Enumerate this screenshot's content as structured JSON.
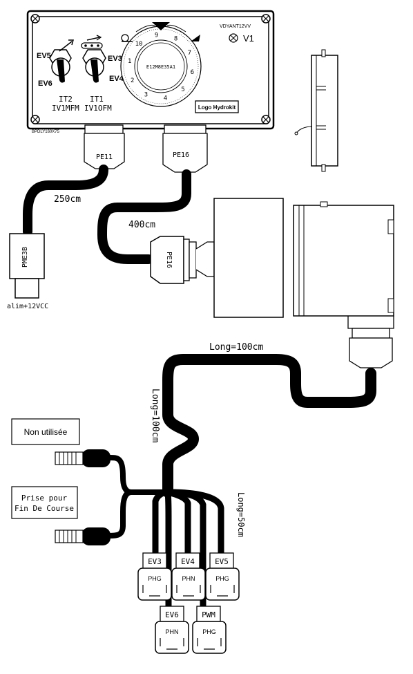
{
  "control_box": {
    "top_right_label": "VDYANT12VV",
    "version_label": "V1",
    "dial_label": "E12M8E35A1",
    "dial_numbers": [
      "1",
      "2",
      "3",
      "4",
      "5",
      "6",
      "7",
      "8",
      "9",
      "10"
    ],
    "logo_label": "Logo Hydrokit",
    "reference_label": "BPDLY160X75",
    "switch_left": {
      "top": "EV5",
      "bottom": "EV6",
      "code": "IT2",
      "model": "IV1MFM"
    },
    "switch_right": {
      "top": "EV3",
      "bottom": "EV4",
      "code": "IT1",
      "model": "IV1OFM"
    }
  },
  "glands": {
    "left": "PE11",
    "right": "PE16"
  },
  "cables": {
    "power_length": "250cm",
    "motor_length": "400cm",
    "motor_connector": "PE16",
    "power_connector": "PME3B",
    "power_label": "alim+12VCC",
    "main_long": "Long=100cm",
    "vertical_long": "Long=100cm",
    "branch_long": "Long=50cm"
  },
  "notes": {
    "unused": "Non utilisée",
    "limit_switch_line1": "Prise pour",
    "limit_switch_line2": "Fin De Course"
  },
  "connectors": [
    {
      "tag": "EV3",
      "type": "PHG"
    },
    {
      "tag": "EV4",
      "type": "PHN"
    },
    {
      "tag": "EV5",
      "type": "PHG"
    },
    {
      "tag": "EV6",
      "type": "PHN"
    },
    {
      "tag": "PWM",
      "type": "PHG"
    }
  ]
}
